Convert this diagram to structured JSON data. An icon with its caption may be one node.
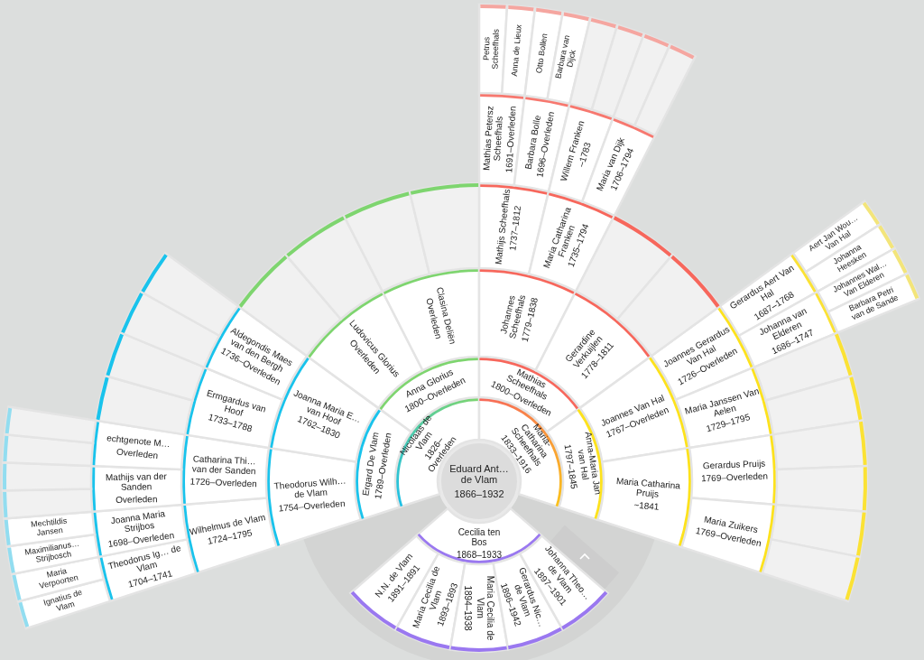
{
  "diagram": {
    "nodes": [
      {
        "text": [
          "Eduard Ant… de Vlam",
          "1866–1932"
        ]
      },
      {
        "text": [
          "Nicolaas de Vlam",
          "1826–Overleden"
        ]
      },
      {
        "text": [
          "Maria-Catharina Scheefhals",
          "1833–1916"
        ]
      },
      {
        "text": [
          "Ergard De Vlam",
          "1789–Overleden"
        ]
      },
      {
        "text": [
          "Anna Glorius",
          "1800–Overleden"
        ]
      },
      {
        "text": [
          "Mathias Scheefhals",
          "1800–Overleden"
        ]
      },
      {
        "text": [
          "Anna-Maria Jan van Hal",
          "1797–1845"
        ]
      },
      {
        "text": [
          "Theodorus Wilh… de Vlam",
          "1754–Overleden"
        ]
      },
      {
        "text": [
          "Joanna Maria E… van Hoof",
          "1762–1830"
        ]
      },
      {
        "text": [
          "Ludovicus Glorius",
          "Overleden"
        ]
      },
      {
        "text": [
          "Clasina Deliën",
          "Overleden"
        ]
      },
      {
        "text": [
          "Johannes Scheefhals",
          "1779–1838"
        ]
      },
      {
        "text": [
          "Gerardine Verkuijlen",
          "1778–1811"
        ]
      },
      {
        "text": [
          "Joannes Van Hal",
          "1767–Overleden"
        ]
      },
      {
        "text": [
          "Maria Catharina Pruijs",
          "~1841"
        ]
      },
      {
        "text": [
          "Wilhelmus de Vlam",
          "1724–1795"
        ]
      },
      {
        "text": [
          "Catharina Thi… van der Sanden",
          "1726–Overleden"
        ]
      },
      {
        "text": [
          "Ermgardus van Hoof",
          "1733–1788"
        ]
      },
      {
        "text": [
          "Aldegondis Maes van den Bergh",
          "1736–Overleden"
        ]
      },
      {
        "text": [],
        "shape": "sector"
      },
      {
        "text": [],
        "shape": "sector"
      },
      {
        "text": [],
        "shape": "sector"
      },
      {
        "text": [],
        "shape": "sector"
      },
      {
        "text": [
          "Mathijs Scheefhals",
          "1737–1812"
        ]
      },
      {
        "text": [
          "Maria Catharina Franken",
          "1735–1794"
        ]
      },
      {
        "text": [],
        "shape": "sector"
      },
      {
        "text": [],
        "shape": "sector"
      },
      {
        "text": [
          "Joannes Gerardus Van Hal",
          "1726–Overleden"
        ]
      },
      {
        "text": [
          "Maria Janssen Van Aelen",
          "1729–1795"
        ]
      },
      {
        "text": [
          "Gerardus Pruijs",
          "1769–Overleden"
        ]
      },
      {
        "text": [
          "Maria Zuikers",
          "1769–Overleden"
        ]
      },
      {
        "text": [
          "Theodorus Ig… de Vlam",
          "1704–1741"
        ]
      },
      {
        "text": [
          "Joanna Maria Strijbos",
          "1698–Overleden"
        ]
      },
      {
        "text": [
          "Mathijs van der Sanden",
          "Overleden"
        ]
      },
      {
        "text": [
          "echtgenote M…",
          "Overleden"
        ]
      },
      {
        "text": [],
        "shape": "sector"
      },
      {
        "text": [],
        "shape": "sector"
      },
      {
        "text": [],
        "shape": "sector"
      },
      {
        "text": [],
        "shape": "sector"
      },
      {
        "text": [
          "Mathias Petersz Scheefhals",
          "1691–Overleden"
        ]
      },
      {
        "text": [
          "Barbara Bolle",
          "1696–Overleden"
        ]
      },
      {
        "text": [
          "Willem Franken",
          "–1783"
        ]
      },
      {
        "text": [
          "Maria van Dijk",
          "1706–1794"
        ]
      },
      {
        "text": [
          "Gerardus Aert Van Hal",
          "1687–1768"
        ]
      },
      {
        "text": [
          "Johanna van Elderen",
          "1686–1747"
        ]
      },
      {
        "text": [],
        "shape": "sector"
      },
      {
        "text": [],
        "shape": "sector"
      },
      {
        "text": [],
        "shape": "sector"
      },
      {
        "text": [],
        "shape": "sector"
      },
      {
        "text": [],
        "shape": "sector"
      },
      {
        "text": [],
        "shape": "sector"
      },
      {
        "text": [
          "Ignatius de Vlam"
        ]
      },
      {
        "text": [
          "Maria Verpoorten"
        ]
      },
      {
        "text": [
          "Maximilianus… Strijbosch"
        ]
      },
      {
        "text": [
          "Mechtildis Jansen"
        ]
      },
      {
        "text": [],
        "shape": "sector"
      },
      {
        "text": [],
        "shape": "sector"
      },
      {
        "text": [],
        "shape": "sector"
      },
      {
        "text": [],
        "shape": "sector"
      },
      {
        "text": [
          "Petrus Scheefhals"
        ]
      },
      {
        "text": [
          "Anna de Lieux"
        ]
      },
      {
        "text": [
          "Otto Bollen"
        ]
      },
      {
        "text": [
          "Barbara van Dijck"
        ]
      },
      {
        "text": [],
        "shape": "sector"
      },
      {
        "text": [],
        "shape": "sector"
      },
      {
        "text": [],
        "shape": "sector"
      },
      {
        "text": [],
        "shape": "sector"
      },
      {
        "text": [
          "Aert Jan Wou… Van Hal"
        ]
      },
      {
        "text": [
          "Johanna Heesken"
        ]
      },
      {
        "text": [
          "Johannes Wal… Van Elderen"
        ]
      },
      {
        "text": [
          "Barbara Petri van de Sande"
        ]
      },
      {
        "text": [
          "Cecilia ten Bos",
          "1868–1933"
        ]
      },
      {
        "text": [
          "N.N. de Vlam",
          "1891–1891"
        ]
      },
      {
        "text": [
          "Maria Cecilia de Vlam",
          "1893–1893"
        ]
      },
      {
        "text": [
          "Maria Cecilia de Vlam",
          "1894–1938"
        ]
      },
      {
        "text": [
          "Gerardus Nic… de Vlam",
          "1896–1942"
        ]
      },
      {
        "text": [
          "Johanna Theo… de Vlam",
          "1897–1901"
        ]
      }
    ]
  }
}
